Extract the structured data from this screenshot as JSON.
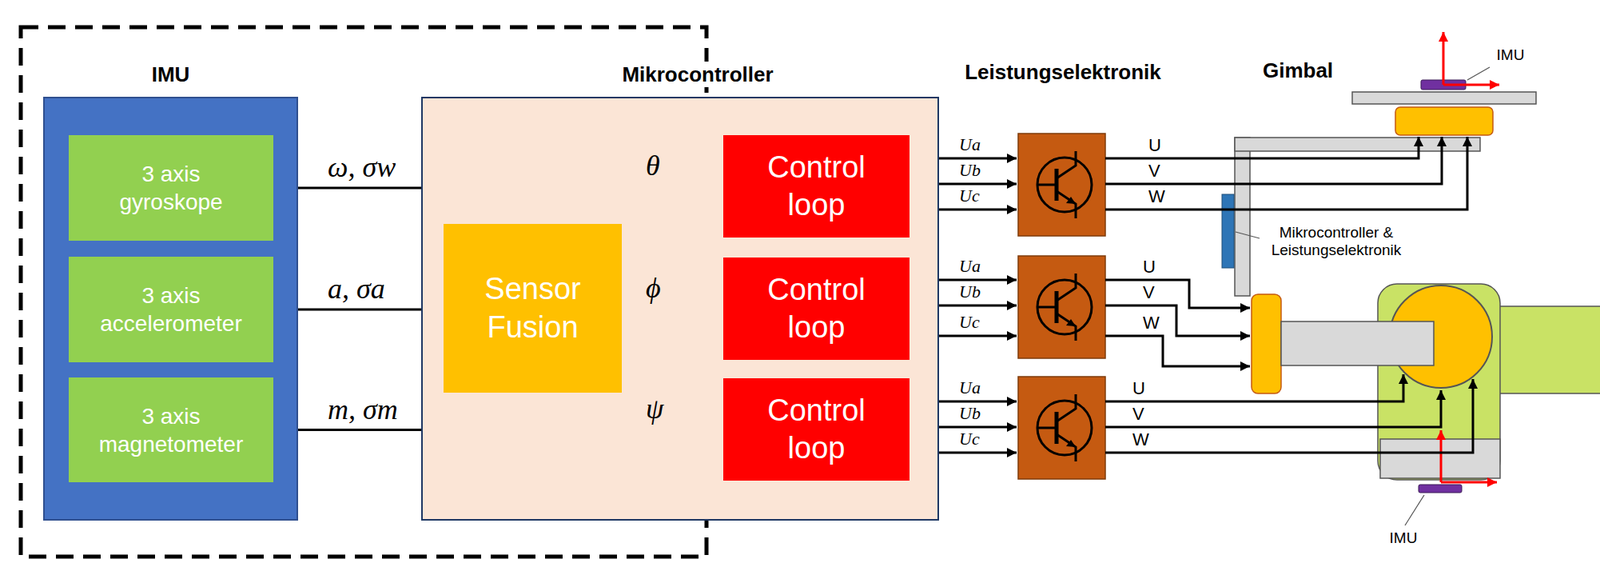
{
  "diagram": {
    "nodes": [
      {
        "text": [
          "IMU"
        ]
      },
      {
        "text": [
          "3 axis gyroskope"
        ],
        "in": 0
      },
      {
        "text": [
          "3 axis accelerometer"
        ],
        "in": 0
      },
      {
        "text": [
          "3 axis magnetometer"
        ],
        "in": 0
      },
      {
        "text": [
          "Mikrocontroller"
        ]
      },
      {
        "text": [
          "Sensor Fusion"
        ],
        "in": 4
      },
      {
        "text": [
          "Control loop"
        ],
        "in": 4
      },
      {
        "text": [
          "Control loop"
        ],
        "in": 4
      },
      {
        "text": [
          "Control loop"
        ],
        "in": 4
      }
    ],
    "edges": [
      {
        "from": 1,
        "to": 5,
        "arrow": "to",
        "label": "ω, σw"
      },
      {
        "from": 2,
        "to": 5,
        "arrow": "to",
        "label": "a, σa"
      },
      {
        "from": 3,
        "to": 5,
        "arrow": "to",
        "label": "m, σm"
      },
      {
        "from": 5,
        "to": 6,
        "arrow": "to",
        "label": "θ"
      },
      {
        "from": 5,
        "to": 7,
        "arrow": "to",
        "label": "ϕ"
      },
      {
        "from": 5,
        "to": 8,
        "arrow": "to",
        "label": "ψ"
      }
    ],
    "labels": [
      "Leistungselektronik",
      "Gimbal",
      "Ua",
      "Ub",
      "Uc",
      "U",
      "V",
      "W",
      "Ua",
      "Ub",
      "Uc",
      "U",
      "V",
      "W",
      "Ua",
      "Ub",
      "Uc",
      "U",
      "V",
      "W",
      "IMU",
      "Mikrocontroller & Leistungselektronik",
      "IMU"
    ]
  }
}
